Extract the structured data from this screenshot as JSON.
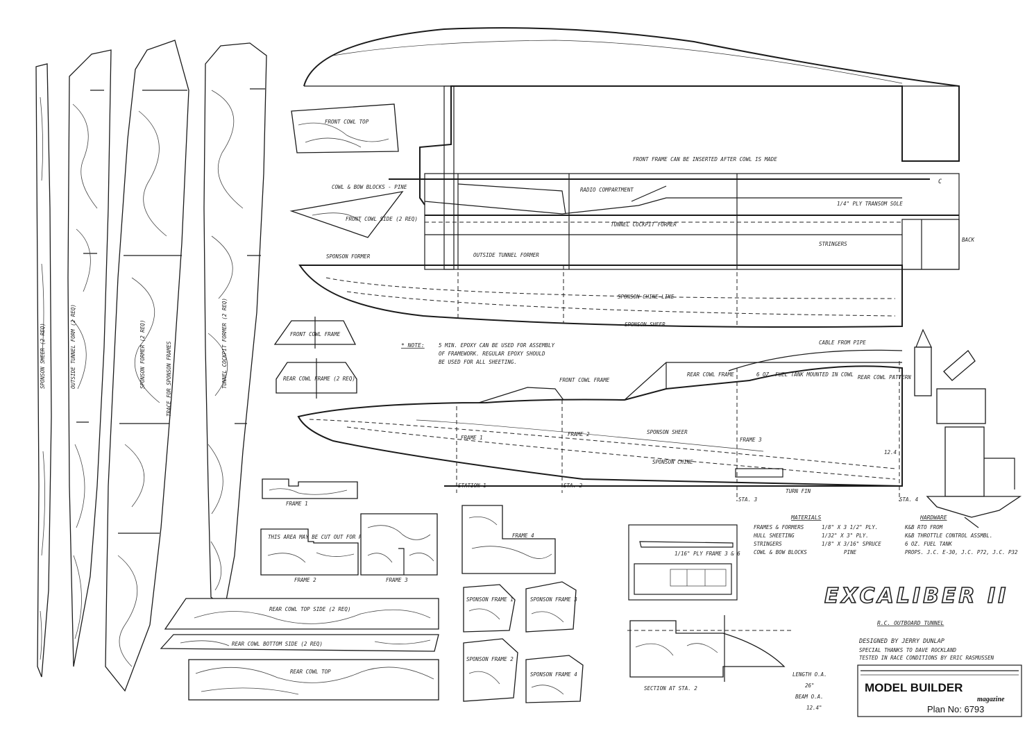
{
  "title": "EXCALIBER II",
  "subtitle": "R.C. OUTBOARD TUNNEL",
  "credits": {
    "designer": "DESIGNED BY JERRY DUNLAP",
    "line2": "SPECIAL THANKS TO DAVE ROCKLAND",
    "line3": "TESTED IN RACE CONDITIONS BY ERIC RASMUSSEN"
  },
  "specs": {
    "length_label": "LENGTH O.A.",
    "length_value": "26\"",
    "beam_label": "BEAM O.A.",
    "beam_value": "12.4\""
  },
  "publisher": {
    "name": "MODEL BUILDER",
    "magazine": "magazine",
    "plan_no": "Plan No: 6793"
  },
  "note": {
    "heading": "* NOTE:",
    "lines": [
      "5 MIN. EPOXY CAN BE USED FOR ASSEMBLY",
      "OF FRAMEWORK. REGULAR EPOXY SHOULD",
      "BE USED FOR ALL SHEETING."
    ]
  },
  "materials": {
    "heading": "MATERIALS",
    "items": [
      {
        "part": "FRAMES & FORMERS",
        "stock": "1/8\" X 3 1/2\" PLY."
      },
      {
        "part": "HULL SHEETING",
        "stock": "1/32\" X 3\" PLY."
      },
      {
        "part": "STRINGERS",
        "stock": "1/8\" X 3/16\" SPRUCE"
      },
      {
        "part": "COWL & BOW BLOCKS",
        "stock": "PINE"
      }
    ]
  },
  "hardware": {
    "heading": "HARDWARE",
    "items": [
      "K&B RTO FROM",
      "K&B THROTTLE CONTROL ASSMBL.",
      "6 OZ. FUEL TANK",
      "PROPS. J.C. E-30, J.C. P72, J.C. P32"
    ]
  },
  "top_labels": {
    "front_cowl_top": "FRONT COWL TOP",
    "front_frame_note": "FRONT FRAME CAN BE INSERTED AFTER COWL IS MADE",
    "cowl_bow_blocks": "COWL & BOW BLOCKS - PINE",
    "radio_compartment": "RADIO COMPARTMENT",
    "transom_note": "1/4\" PLY TRANSOM SOLE",
    "center_line": "C",
    "front_cowl_side": "FRONT COWL SIDE (2 REQ)",
    "tunnel_cockpit_former": "TUNNEL COCKPIT FORMER",
    "stringers": "STRINGERS",
    "back": "BACK",
    "sponson_former": "SPONSON FORMER",
    "outside_tunnel_former": "OUTSIDE TUNNEL FORMER",
    "sponson_chine_line": "SPONSON CHINE LINE",
    "sponson_sheer": "SPONSON SHEER"
  },
  "side_labels": {
    "cable_from_pipe": "CABLE FROM PIPE",
    "rear_cowl_frame": "REAR COWL FRAME",
    "fuel_tank": "6 OZ. FUEL TANK MOUNTED IN COWL",
    "rear_cowl_pattern": "REAR COWL PATTERN",
    "front_cowl_frame": "FRONT COWL FRAME",
    "frame_1": "FRAME 1",
    "frame_2": "FRAME 2",
    "frame_3": "FRAME 3",
    "sponson_sheer": "SPONSON SHEER",
    "sponson_chine": "SPONSON CHINE",
    "station_1": "STATION 1",
    "sta_2": "STA. 2",
    "sta_3": "STA. 3",
    "sta_4": "STA. 4",
    "turn_fin": "TURN FIN",
    "dim_124": "12.4"
  },
  "cowl_frames": {
    "front": "FRONT COWL FRAME",
    "rear": "REAR COWL FRAME (2 REQ)"
  },
  "long_parts": [
    "SPONSON SHEER (2 REQ)",
    "OUTSIDE TUNNEL FORM (2 REQ)",
    "SPONSON FORMER (2 REQ)",
    "TUNNEL COCKPIT FORMER (2 REQ)"
  ],
  "former_note": "TRACE FOR SPONSON FRAMES",
  "frames": {
    "frame1": "FRAME 1",
    "frame2": "FRAME 2",
    "frame3": "FRAME 3",
    "frame4": "FRAME 4",
    "frame2_note": "THIS AREA MAY BE CUT OUT FOR RADIO"
  },
  "sponson_frames": [
    "SPONSON FRAME 1",
    "SPONSON FRAME 2",
    "SPONSON FRAME 3",
    "SPONSON FRAME 4"
  ],
  "cowl_parts": {
    "top_side": "REAR COWL TOP SIDE (2 REQ)",
    "bottom_side": "REAR COWL BOTTOM SIDE (2 REQ)",
    "top": "REAR COWL TOP"
  },
  "detail": {
    "ply_label": "1/16\" PLY FRAME 3 & 6"
  },
  "section": {
    "label": "SECTION AT STA. 2"
  }
}
